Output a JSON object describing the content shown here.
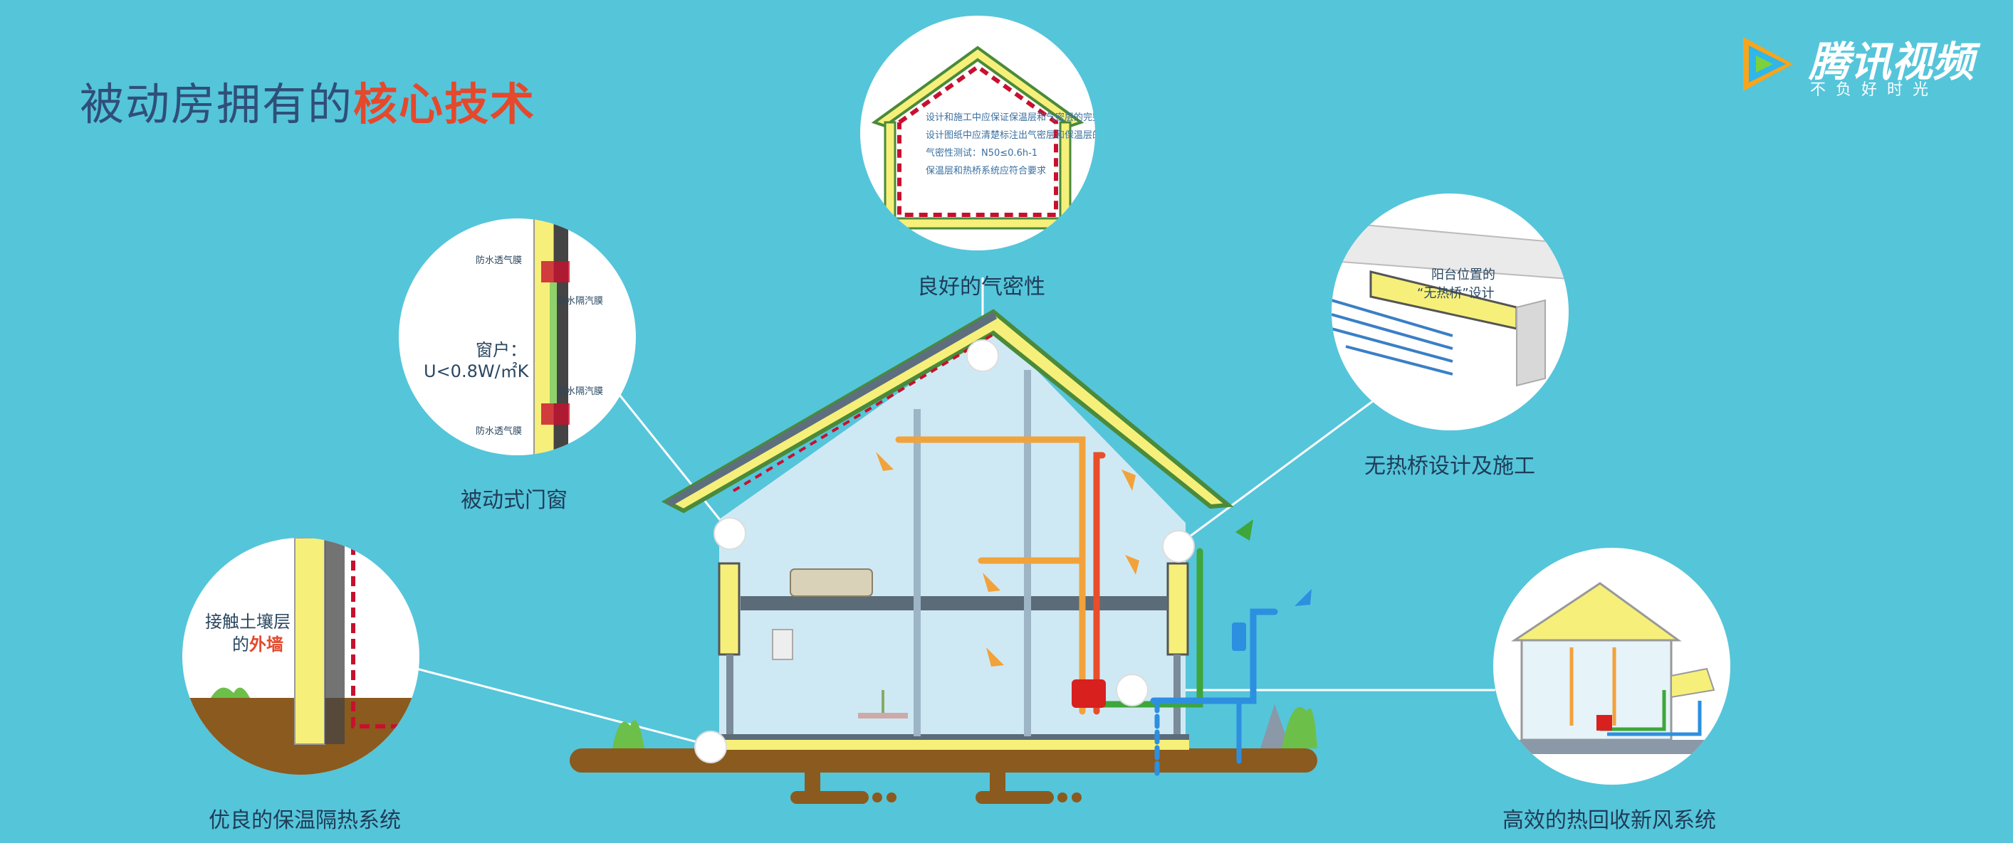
{
  "title": {
    "main": "被动房拥有的",
    "highlight": "核心技术"
  },
  "logo": {
    "brand": "腾讯视频",
    "slogan": "不负好时光"
  },
  "features": [
    {
      "id": "airtightness",
      "caption": "良好的气密性"
    },
    {
      "id": "windows",
      "caption": "被动式门窗"
    },
    {
      "id": "thermal-bridge",
      "caption": "无热桥设计及施工"
    },
    {
      "id": "insulation",
      "caption": "优良的保温隔热系统"
    },
    {
      "id": "heat-recovery",
      "caption": "高效的热回收新风系统"
    }
  ],
  "windows_detail": {
    "membrane_labels": [
      "防水透气膜",
      "防水隔汽膜",
      "防水隔汽膜",
      "防水透气膜"
    ],
    "u_label": "窗户：",
    "u_value": "U<0.8W/㎡K"
  },
  "insulation_detail": {
    "line1": "接触土壤层",
    "line2_prefix": "的",
    "line2_accent": "外墙"
  },
  "thermal_bridge_detail": {
    "line1": "阳台位置的",
    "line2": "“无热桥”设计"
  },
  "airtightness_detail": {
    "notes": [
      "设计和施工中应保证保温层和气密层的完整性",
      "设计图纸中应清楚标注出气密层和保温层的位置",
      "气密性测试：N50≤0.6h-1",
      "保温层和热桥系统应符合要求"
    ]
  },
  "colors": {
    "background": "#55c5da",
    "title": "#2f4f78",
    "accent": "#e5482b",
    "insulation": "#f6f07a",
    "warm_air": "#f2a23a",
    "fresh_air": "#2d8fe0",
    "exhaust_air": "#3ea63a",
    "ground": "#8b5a1e",
    "airtight_line": "#c8102e"
  }
}
